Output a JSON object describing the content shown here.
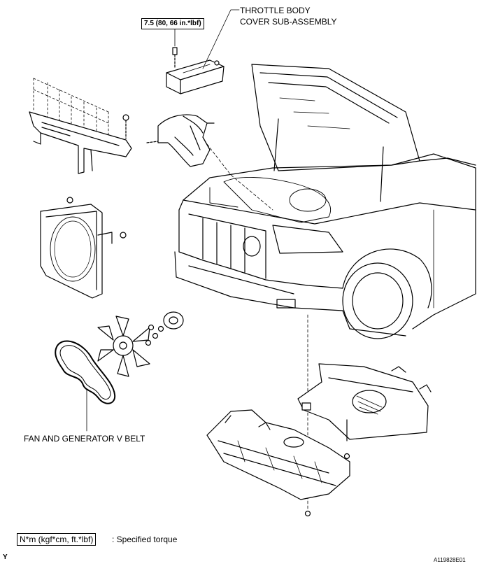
{
  "labels": {
    "throttle_line1": "THROTTLE BODY",
    "throttle_line2": "COVER SUB-ASSEMBLY",
    "torque_spec": "7.5 (80, 66 in.*lbf)",
    "fan_belt": "FAN AND GENERATOR V BELT"
  },
  "legend": {
    "unit_box": "N*m (kgf*cm, ft.*lbf)",
    "description": ": Specified torque"
  },
  "footer": {
    "left_mark": "Y",
    "figure_id": "A119828E01"
  }
}
